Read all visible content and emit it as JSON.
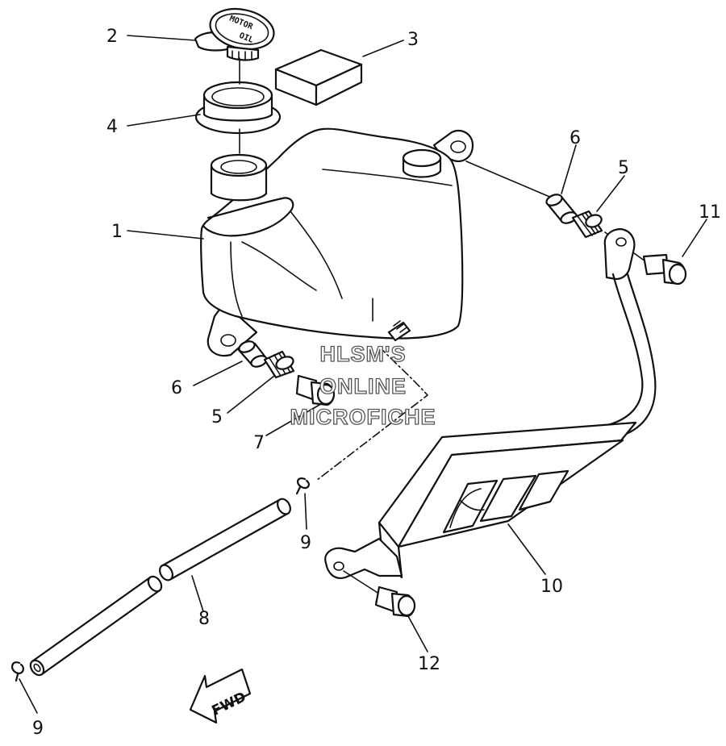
{
  "callouts": {
    "c1": "1",
    "c2": "2",
    "c3": "3",
    "c4": "4",
    "c5_right": "5",
    "c5_left": "5",
    "c6_right": "6",
    "c6_left": "6",
    "c7": "7",
    "c8": "8",
    "c9_upper": "9",
    "c9_lower": "9",
    "c10": "10",
    "c11": "11",
    "c12": "12"
  },
  "cap_text": {
    "line1": "MOTOR",
    "line2": "OIL"
  },
  "fwd_arrow": "FWD",
  "watermark": {
    "line1": "HLSM'S",
    "line2": "ONLINE",
    "line3": "MICROFICHE"
  }
}
